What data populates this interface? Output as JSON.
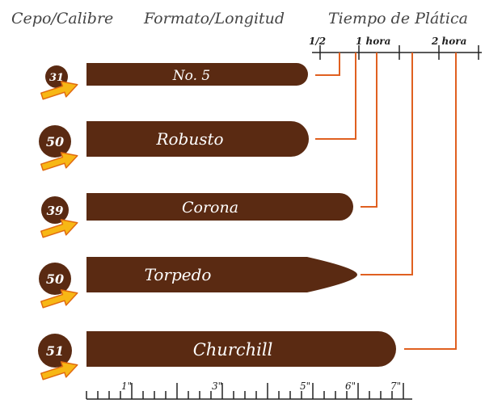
{
  "headers": {
    "gauge": "Cepo/Calibre",
    "format": "Formato/Longitud",
    "time": "Tiempo de Plática"
  },
  "colors": {
    "cigar": "#5a2a12",
    "line": "#e06020",
    "arrow_fill": "#f7b715",
    "arrow_stroke": "#e06a10",
    "badge": "#5a2a12",
    "text_light": "#ffffff",
    "axis": "#222222"
  },
  "time_axis": {
    "labels": [
      "1/2",
      "1 hora",
      "2 hora"
    ]
  },
  "length_ruler": {
    "labels": [
      "1\"",
      "3\"",
      "5\"",
      "6\"",
      "7\""
    ]
  },
  "cigars": [
    {
      "gauge": "31",
      "name": "No. 5"
    },
    {
      "gauge": "50",
      "name": "Robusto"
    },
    {
      "gauge": "39",
      "name": "Corona"
    },
    {
      "gauge": "50",
      "name": "Torpedo"
    },
    {
      "gauge": "51",
      "name": "Churchill"
    }
  ]
}
